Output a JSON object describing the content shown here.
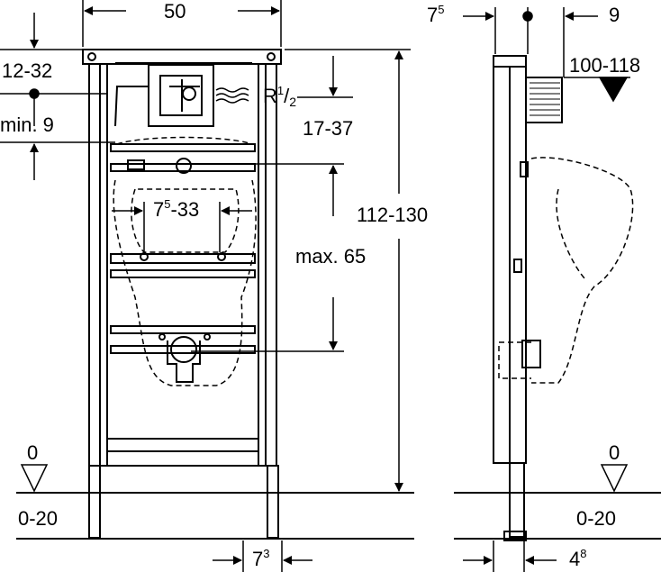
{
  "front_view": {
    "width": "50",
    "top_offset": "12-32",
    "min_height": "min. 9",
    "connection_range": "17-37",
    "thread_prefix": "R",
    "thread_num": "1",
    "thread_den": "2",
    "inlet_spacing": {
      "base": "7",
      "sup": "5",
      "rest": "-33"
    },
    "height_range": "112-130",
    "max_height": "max. 65",
    "floor_zero": "0",
    "floor_range": "0-20",
    "foot_spacing": {
      "base": "7",
      "sup": "3"
    }
  },
  "side_view": {
    "top_left": {
      "base": "7",
      "sup": "5"
    },
    "top_right": "9",
    "depth_range": "100-118",
    "floor_zero": "0",
    "floor_range": "0-20",
    "bottom": {
      "base": "4",
      "sup": "8"
    }
  }
}
